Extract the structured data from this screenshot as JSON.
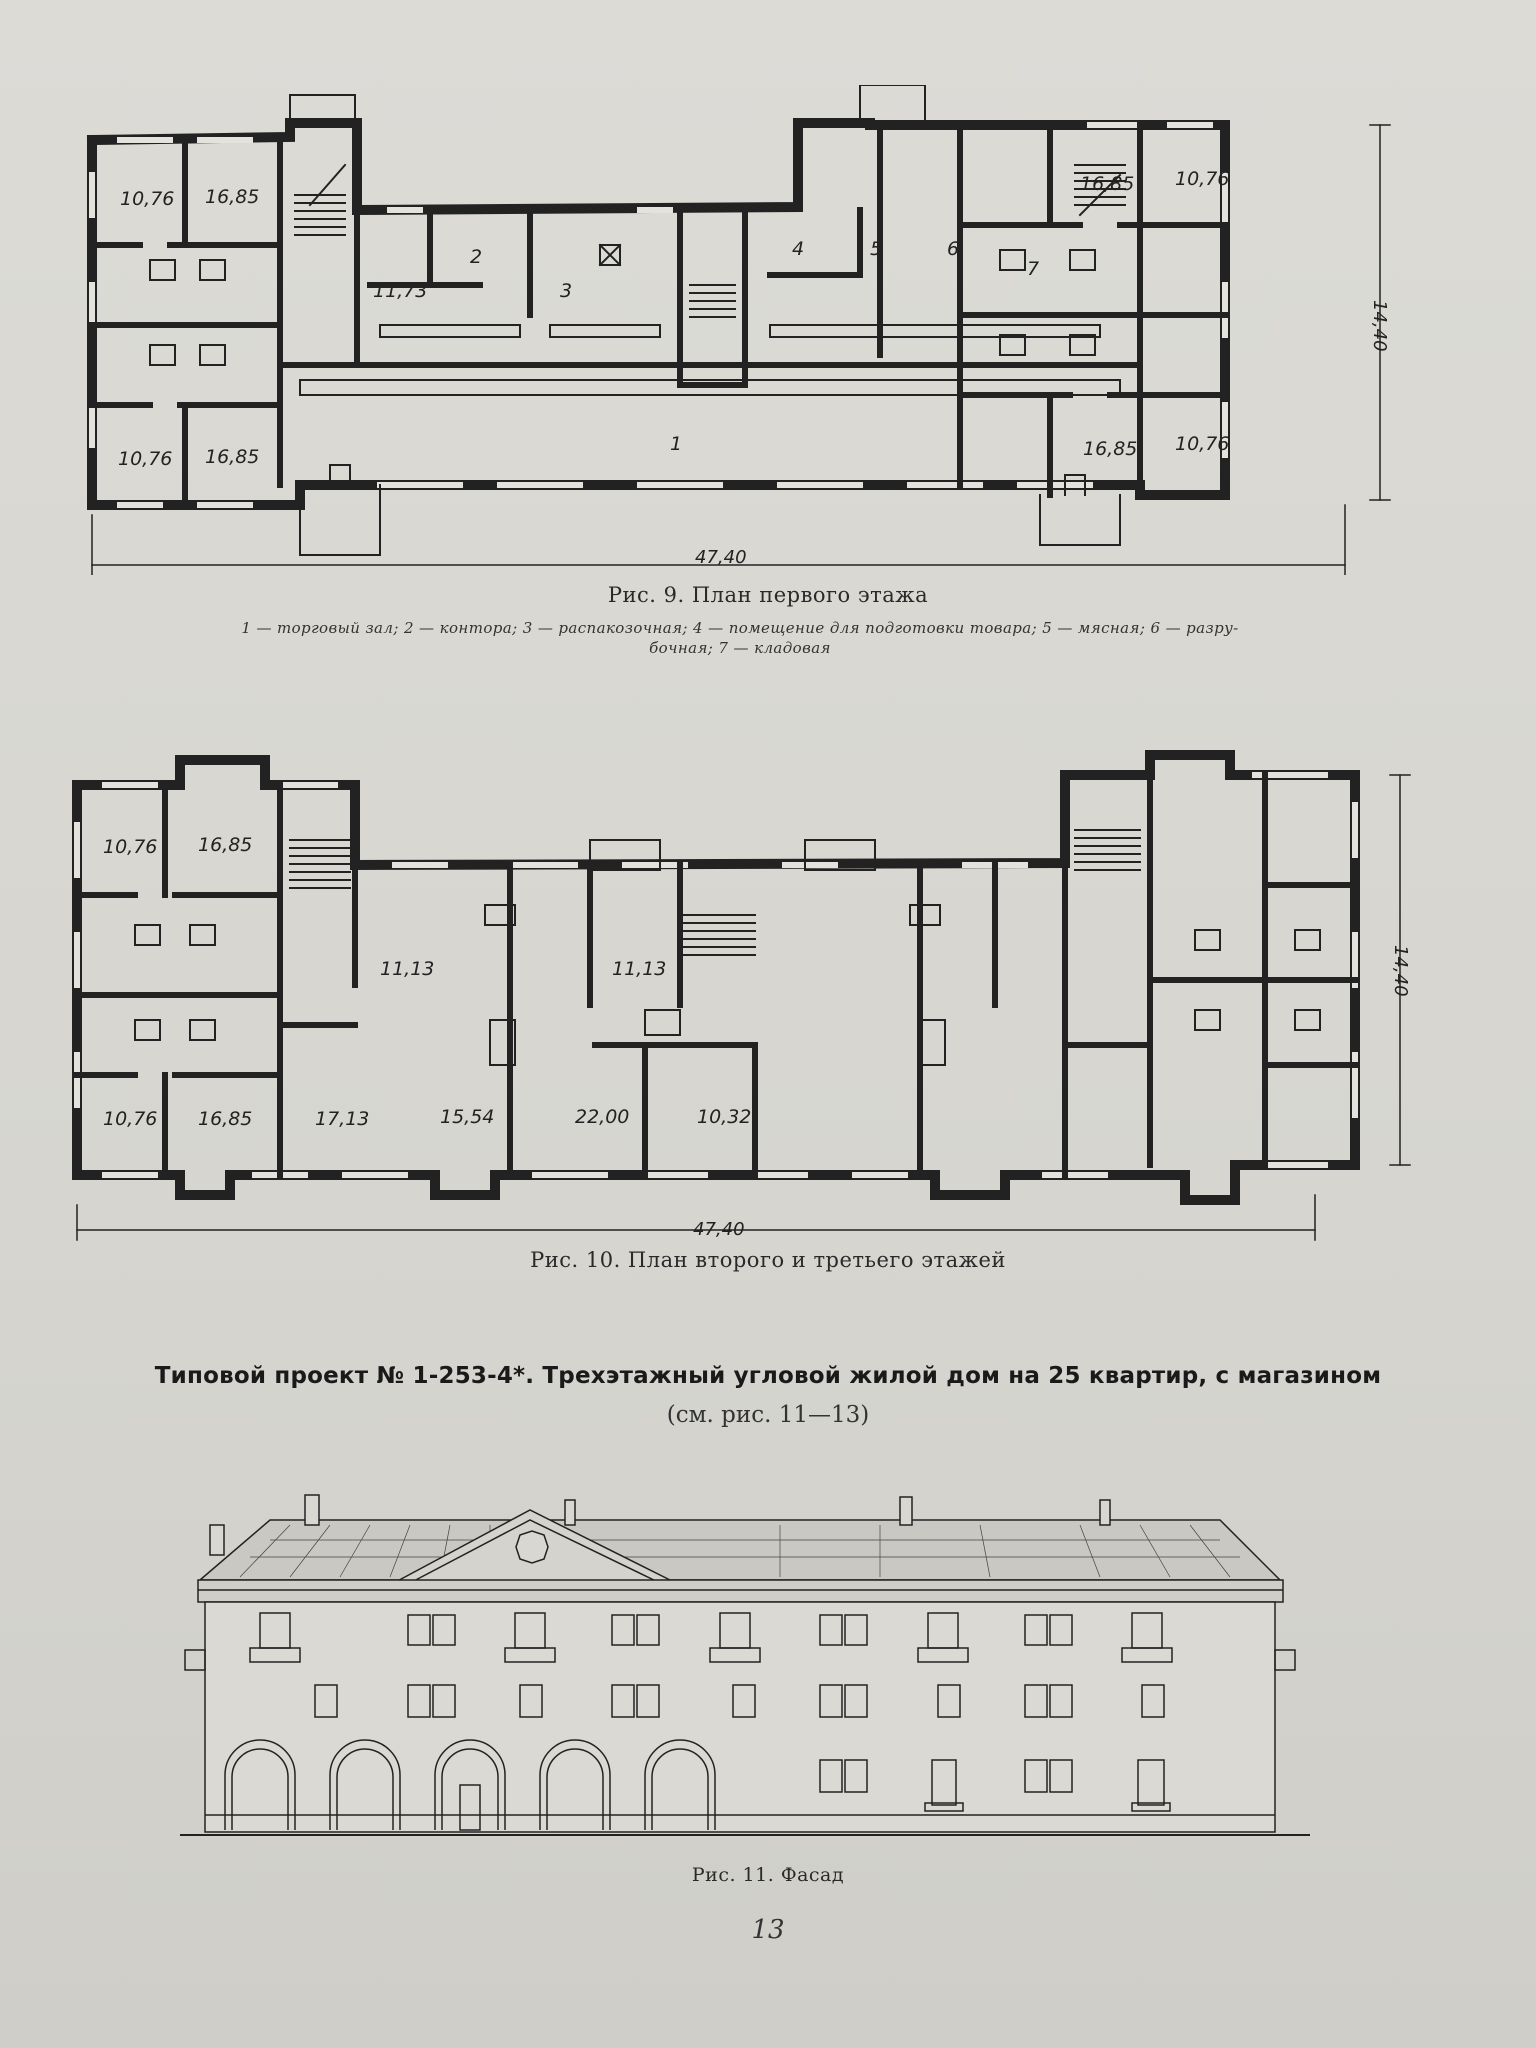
{
  "figure9": {
    "dimension_width": "47,40",
    "dimension_height": "14,40",
    "room_areas": {
      "a1075": "10,76",
      "a1685": "16,85",
      "a1173": "11,73",
      "n1": "1",
      "n2": "2",
      "n3": "3",
      "n4": "4",
      "n5": "5",
      "n6": "6",
      "n7": "7"
    },
    "caption": "Рис. 9. План первого этажа",
    "legend_line1": "1 — торговый зал; 2 — контора; 3 — распакозочная; 4 — помещение для подготовки товара; 5 — мясная; 6 — разру-",
    "legend_line2": "бочная; 7 — кладовая"
  },
  "figure10": {
    "dimension_width": "47,40",
    "dimension_height": "14,40",
    "room_areas": {
      "a1076": "10,76",
      "a1685": "16,85",
      "a1113": "11,13",
      "a1713": "17,13",
      "a1554": "15,54",
      "a2200": "22,00",
      "a1032": "10,32"
    },
    "caption": "Рис. 10. План второго и третьего этажей"
  },
  "heading": "Типовой проект № 1-253-4*. Трехэтажный угловой жилой дом на 25 квартир, с магазином",
  "subheading": "(см. рис. 11—13)",
  "figure11": {
    "caption": "Рис. 11. Фасад"
  },
  "page_number": "13"
}
